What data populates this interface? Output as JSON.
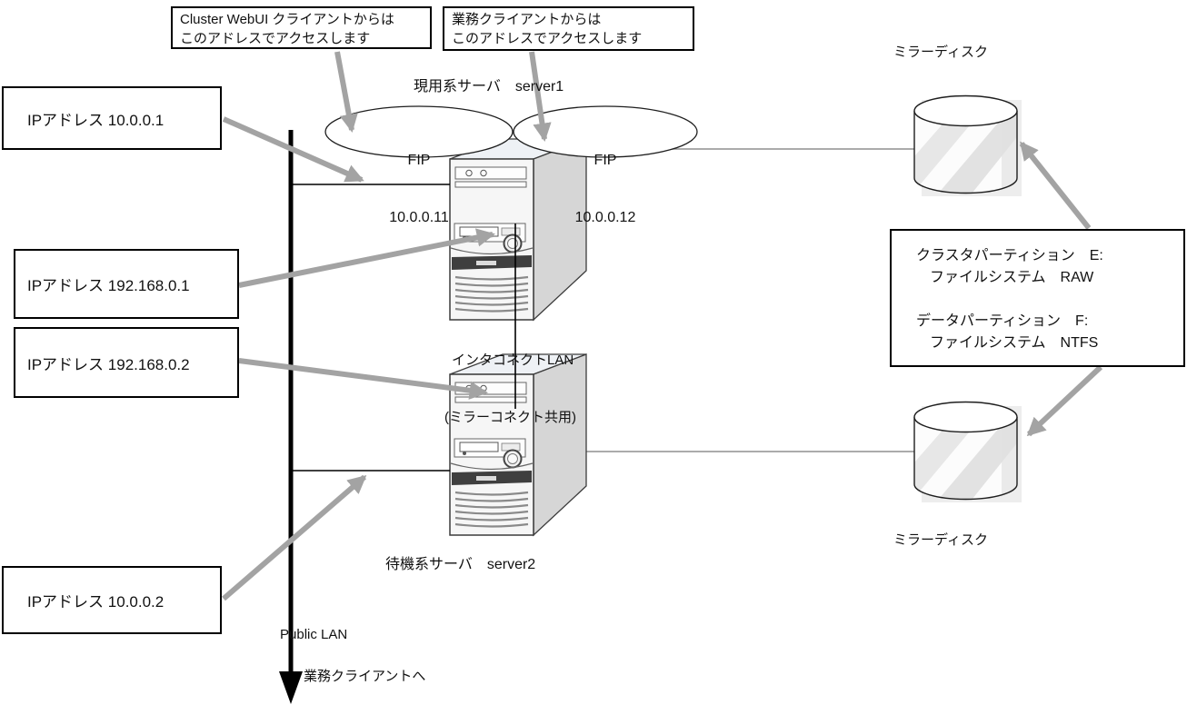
{
  "diagram": {
    "callouts": {
      "webui": {
        "line1": "Cluster WebUI クライアントからは",
        "line2": "このアドレスでアクセスします"
      },
      "business": {
        "line1": "業務クライアントからは",
        "line2": "このアドレスでアクセスします"
      }
    },
    "servers": {
      "active": {
        "label": "現用系サーバ　server1"
      },
      "standby": {
        "label": "待機系サーバ　server2"
      }
    },
    "fips": {
      "fip1": {
        "name": "FIP",
        "address": "10.0.0.11"
      },
      "fip2": {
        "name": "FIP",
        "address": "10.0.0.12"
      }
    },
    "ip_boxes": [
      {
        "label": "IPアドレス 10.0.0.1"
      },
      {
        "label": "IPアドレス 192.168.0.1"
      },
      {
        "label": "IPアドレス 192.168.0.2"
      },
      {
        "label": "IPアドレス 10.0.0.2"
      }
    ],
    "mirror_disks": {
      "top_label": "ミラーディスク",
      "bottom_label": "ミラーディスク"
    },
    "partition_box": {
      "cluster_partition": "クラスタパーティション　E:",
      "cluster_filesystem": "ファイルシステム　RAW",
      "data_partition": "データパーティション　F:",
      "data_filesystem": "ファイルシステム　NTFS"
    },
    "interconnect": {
      "line1": "インタコネクトLAN",
      "line2": "(ミラーコネクト共用)"
    },
    "public_lan": {
      "label": "Public LAN",
      "destination": "業務クライアントへ"
    },
    "colors": {
      "arrow_gray": "#a3a3a3",
      "thin_line_gray": "#8f8f8f",
      "line_black": "#000000"
    }
  }
}
